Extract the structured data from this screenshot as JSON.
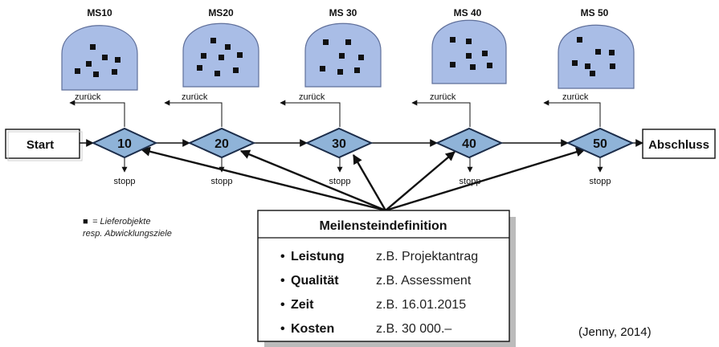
{
  "milestones": [
    {
      "title": "MS10",
      "gate": "10"
    },
    {
      "title": "MS20",
      "gate": "20"
    },
    {
      "title": "MS 30",
      "gate": "30"
    },
    {
      "title": "MS 40",
      "gate": "40"
    },
    {
      "title": "MS 50",
      "gate": "50"
    }
  ],
  "flow": {
    "start": "Start",
    "end": "Abschluss",
    "back_label": "zurück",
    "stop_label": "stopp"
  },
  "legend": {
    "symbol": "■",
    "line1": "= Lieferobjekte",
    "line2": "resp. Abwicklungsziele"
  },
  "definition_box": {
    "title": "Meilensteindefinition",
    "bullet": "•",
    "criteria": [
      {
        "label": "Leistung",
        "example": "z.B. Projektantrag"
      },
      {
        "label": "Qualität",
        "example": "z.B. Assessment"
      },
      {
        "label": "Zeit",
        "example": "z.B. 16.01.2015"
      },
      {
        "label": "Kosten",
        "example": "z.B. 30 000.–"
      }
    ]
  },
  "citation": "(Jenny, 2014)",
  "colors": {
    "dome_fill": "#a9bde6",
    "dome_stroke": "#5f6f9a",
    "gate_fill": "#8fb3d8",
    "gate_stroke": "#1c2d4a"
  }
}
